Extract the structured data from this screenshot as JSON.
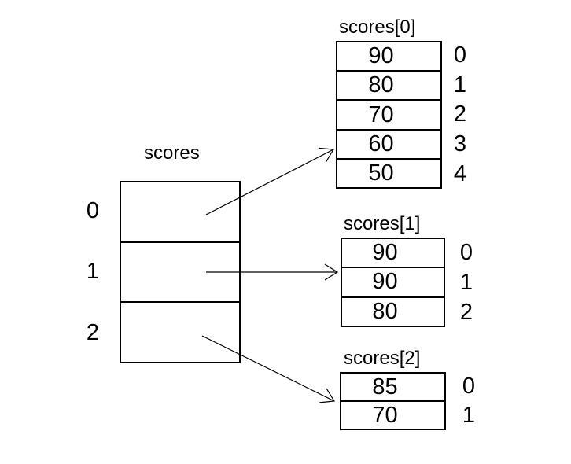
{
  "colors": {
    "background": "#ffffff",
    "line": "#000000",
    "text": "#000000"
  },
  "main_array": {
    "title": "scores",
    "indices": [
      "0",
      "1",
      "2"
    ]
  },
  "sub_arrays": [
    {
      "title": "scores[0]",
      "values": [
        "90",
        "80",
        "70",
        "60",
        "50"
      ],
      "indices": [
        "0",
        "1",
        "2",
        "3",
        "4"
      ]
    },
    {
      "title": "scores[1]",
      "values": [
        "90",
        "90",
        "80"
      ],
      "indices": [
        "0",
        "1",
        "2"
      ]
    },
    {
      "title": "scores[2]",
      "values": [
        "85",
        "70"
      ],
      "indices": [
        "0",
        "1"
      ]
    }
  ],
  "arrows": [
    {
      "from": "scores element 0",
      "to": "scores[0]"
    },
    {
      "from": "scores element 1",
      "to": "scores[1]"
    },
    {
      "from": "scores element 2",
      "to": "scores[2]"
    }
  ]
}
